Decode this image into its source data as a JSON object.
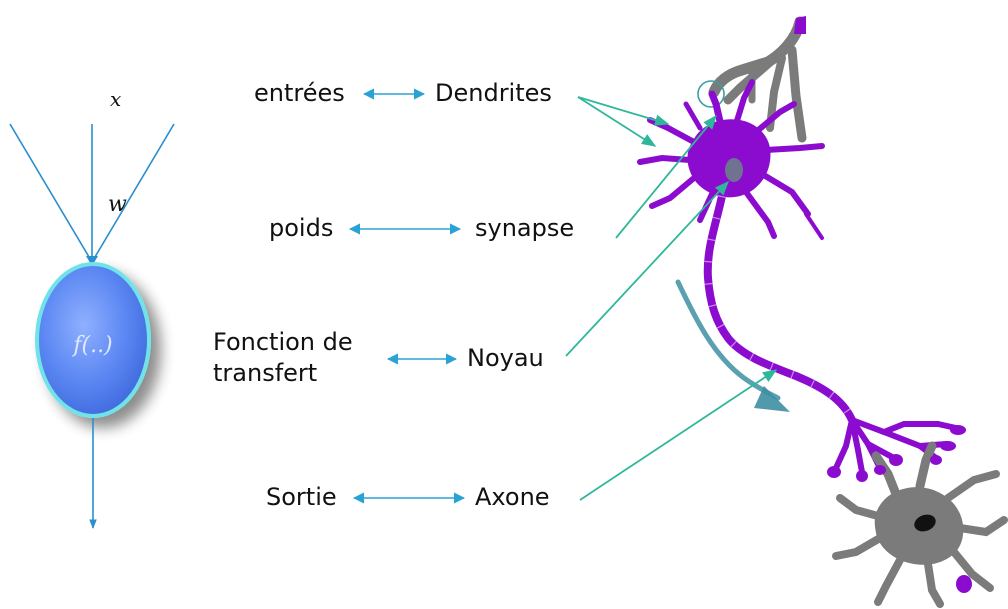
{
  "model": {
    "input_label": "x",
    "weight_label": "w",
    "function_label": "f(..)"
  },
  "correspondences": [
    {
      "left": "entrées",
      "right": "Dendrites"
    },
    {
      "left": "poids",
      "right": "synapse"
    },
    {
      "left_line1": "Fonction de",
      "left_line2": "transfert",
      "right": "Noyau"
    },
    {
      "left": "Sortie",
      "right": "Axone"
    }
  ],
  "colors": {
    "model_line": "#2a8fd0",
    "cell_fill": "#5a86f2",
    "cell_glow": "#6fe3e8",
    "double_arrow": "#29a3d6",
    "pointer": "#2fb79b",
    "neuron_purple": "#8b0ccf",
    "neuron_grey": "#7b7b7b",
    "signal_arrow": "#3d8fa3"
  }
}
